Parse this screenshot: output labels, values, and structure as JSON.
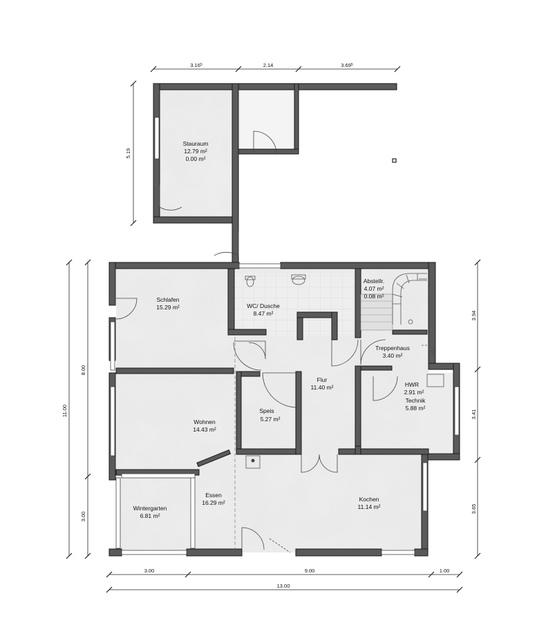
{
  "rooms": {
    "stauraum": {
      "name": "Stauraum",
      "area1": "12.79 m²",
      "area2": "0.00 m²"
    },
    "schlafen": {
      "name": "Schlafen",
      "area": "15.29 m²"
    },
    "wc": {
      "name": "WC/ Dusche",
      "area": "8.47 m²"
    },
    "abstellr": {
      "name": "Abstellr.",
      "area1": "4.07 m²",
      "area2": "0.08 m²"
    },
    "treppenhaus": {
      "name": "Treppenhaus",
      "area": "3.40 m²"
    },
    "flur": {
      "name": "Flur",
      "area": "11.40 m²"
    },
    "hwr": {
      "name": "HWR",
      "area1": "2.91 m²",
      "name2": "Technik",
      "area2": "5.88 m²"
    },
    "speis": {
      "name": "Speis",
      "area": "5.27 m²"
    },
    "wohnen": {
      "name": "Wohnen",
      "area": "14.43 m²"
    },
    "essen": {
      "name": "Essen",
      "area": "16.29 m²"
    },
    "wintergarten": {
      "name": "Wintergarten",
      "area": "6.81 m²"
    },
    "kochen": {
      "name": "Kochen",
      "area": "11.14 m²"
    }
  },
  "dimensions": {
    "top": {
      "a": "3.16",
      "a_sup": "5",
      "b": "2.14",
      "c": "3.69",
      "c_sup": "5"
    },
    "stauraum_height": "5.19",
    "left_outer": "11.00",
    "left_upper": "8.00",
    "left_lower": "3.00",
    "right_a": "3.94",
    "right_b": "3.41",
    "right_c": "3.65",
    "bottom_a": "3.00",
    "bottom_b": "9.00",
    "bottom_c": "1.00",
    "bottom_total": "13.00"
  },
  "colors": {
    "wall": "#5a5a5a",
    "floor": "#eeeeee",
    "background": "#ffffff"
  }
}
